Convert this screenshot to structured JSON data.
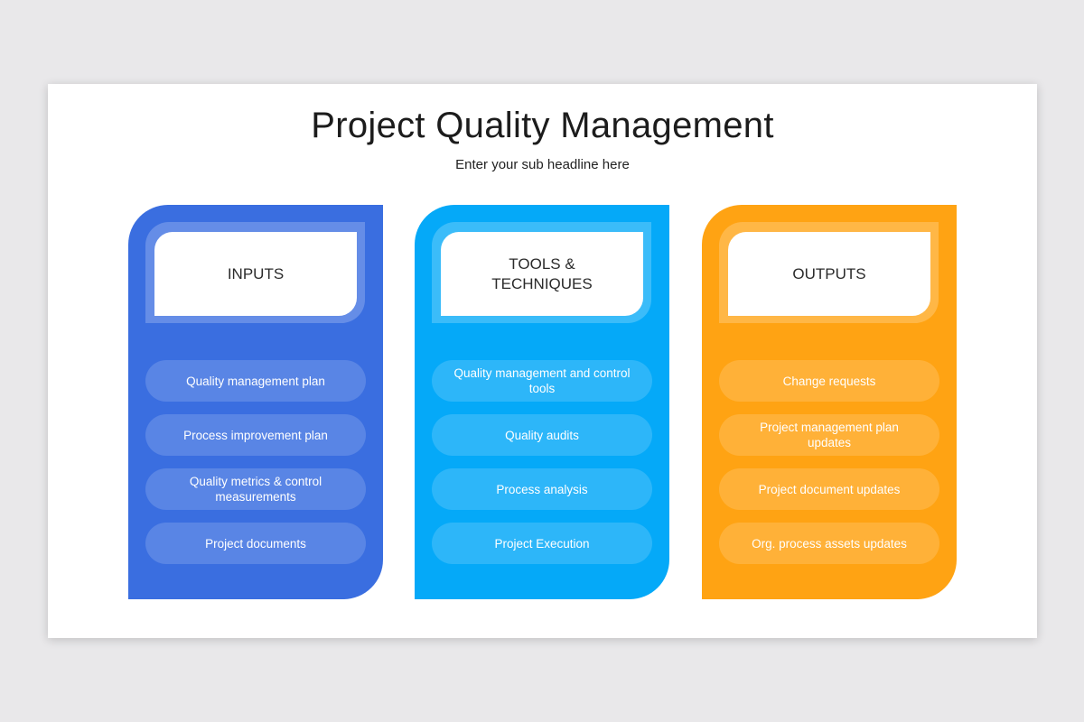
{
  "title": "Project Quality Management",
  "subtitle": "Enter your sub headline here",
  "columns": [
    {
      "heading": "INPUTS",
      "color": "#3a6ee0",
      "items": [
        "Quality management plan",
        "Process improvement plan",
        "Quality metrics & control measurements",
        "Project documents"
      ]
    },
    {
      "heading": "TOOLS &\nTECHNIQUES",
      "color": "#05a9f8",
      "items": [
        "Quality management and control tools",
        "Quality audits",
        "Process analysis",
        "Project Execution"
      ]
    },
    {
      "heading": "OUTPUTS",
      "color": "#ffa313",
      "items": [
        "Change requests",
        "Project management plan updates",
        "Project document updates",
        "Org. process assets updates"
      ]
    }
  ]
}
